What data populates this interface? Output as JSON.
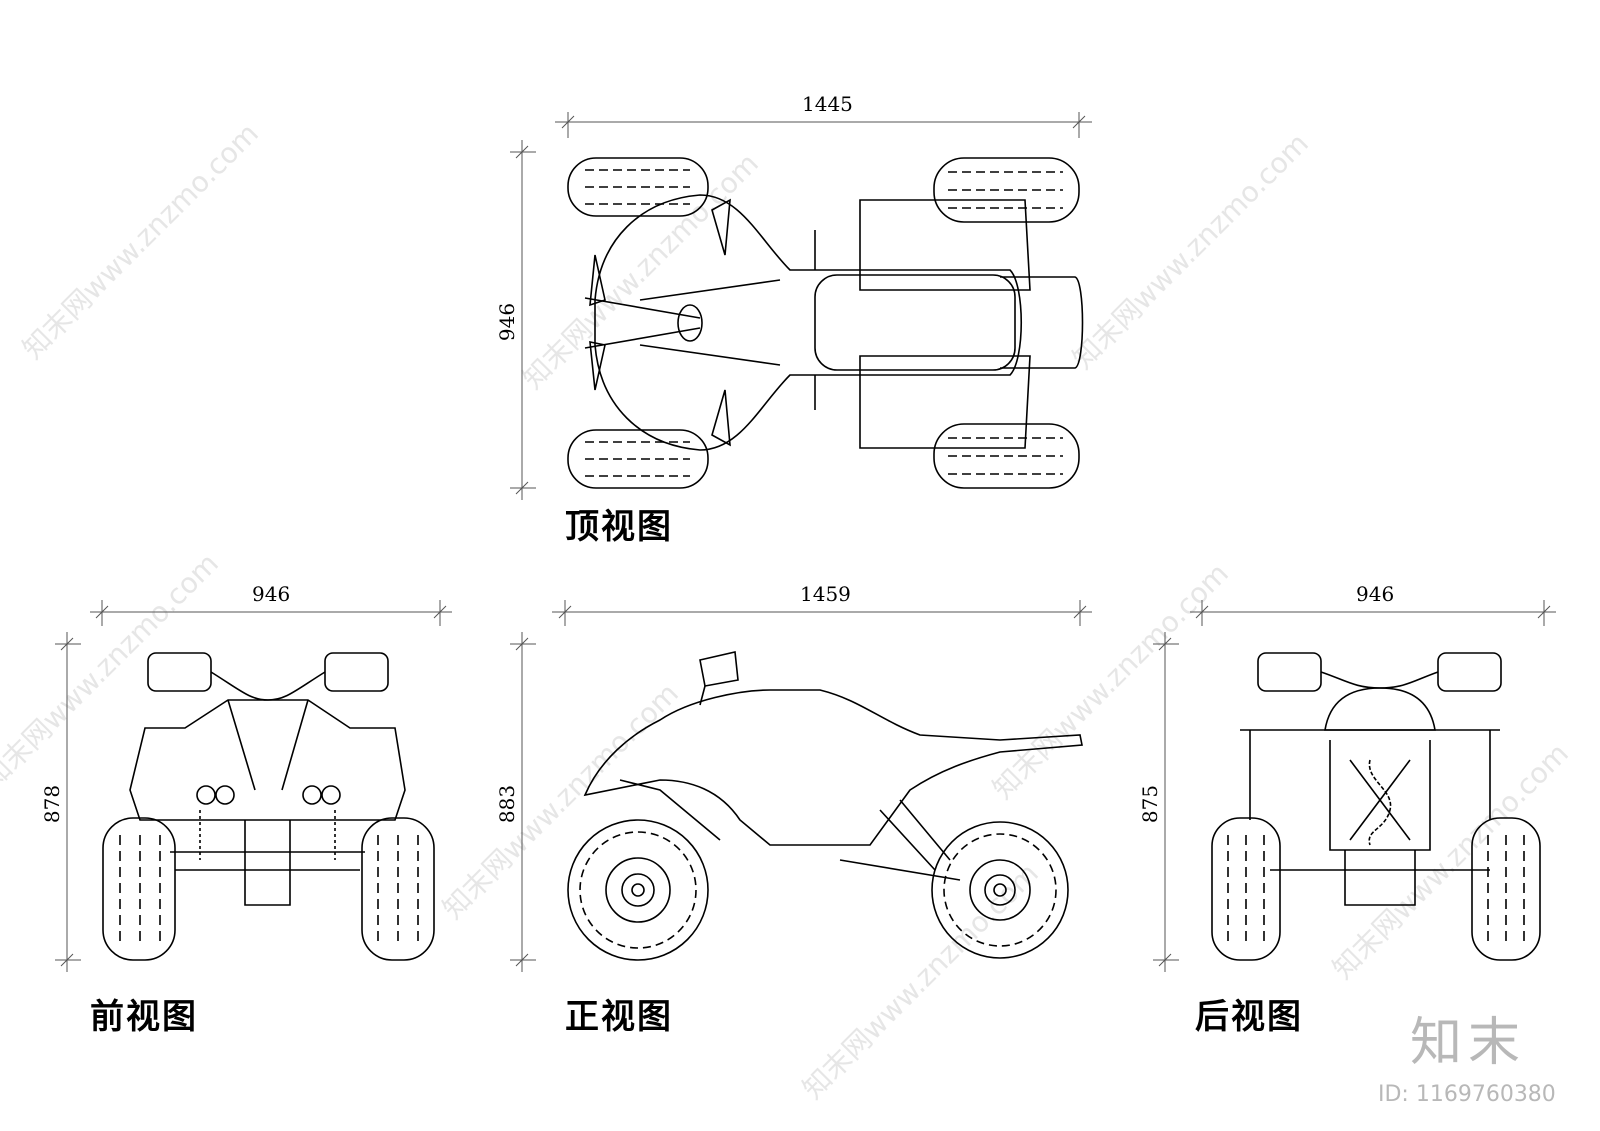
{
  "dimensions": {
    "top_width": "1445",
    "top_depth": "946",
    "front_width": "946",
    "front_height": "878",
    "side_length": "1459",
    "side_height": "883",
    "rear_width": "946",
    "rear_height": "875"
  },
  "view_titles": {
    "top": "顶视图",
    "front": "前视图",
    "side": "正视图",
    "rear": "后视图"
  },
  "watermark": {
    "logo": "知末",
    "id": "ID: 1169760380",
    "site": "知末网www.znzmo.com"
  }
}
